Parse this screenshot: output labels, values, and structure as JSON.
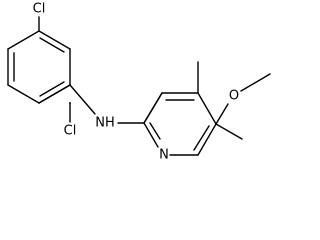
{
  "molecule": {
    "atoms": {
      "cl_top": "Cl",
      "cl_bottom": "Cl",
      "nh": "NH",
      "o": "O",
      "n_pyridine": "N"
    }
  }
}
